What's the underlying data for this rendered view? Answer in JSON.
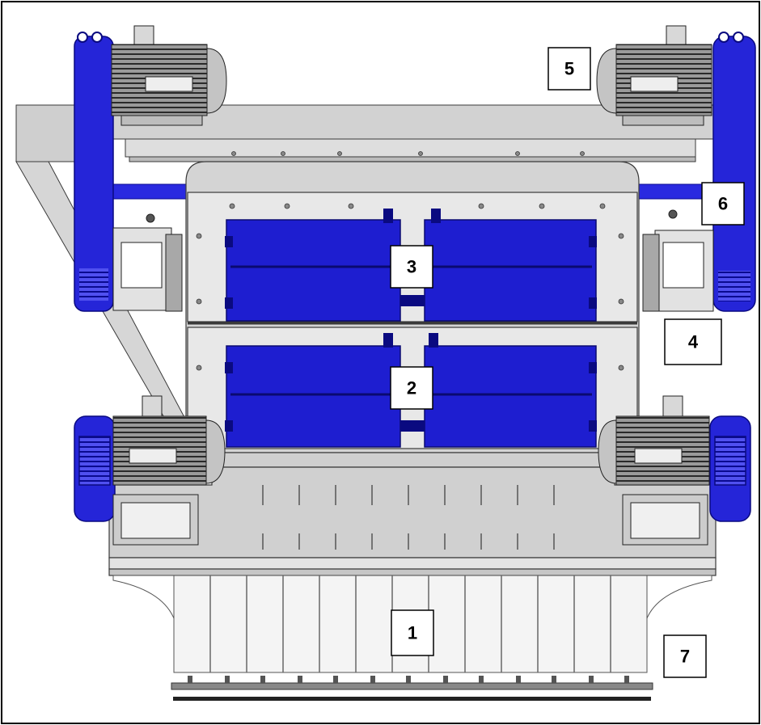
{
  "figure": {
    "callouts": [
      {
        "id": "1",
        "label": "1"
      },
      {
        "id": "2",
        "label": "2"
      },
      {
        "id": "3",
        "label": "3"
      },
      {
        "id": "4",
        "label": "4"
      },
      {
        "id": "5",
        "label": "5"
      },
      {
        "id": "6",
        "label": "6"
      },
      {
        "id": "7",
        "label": "7"
      }
    ]
  },
  "colors": {
    "frame_grey": "#c8c8c8",
    "frame_light": "#dcdcdc",
    "outline": "#3a3a3a",
    "blue_dark": "#1414c8",
    "blue_mid": "#2a2ae0",
    "blue_light": "#5a5af0",
    "motor_dark": "#333333",
    "motor_mid": "#8a8a8a"
  }
}
